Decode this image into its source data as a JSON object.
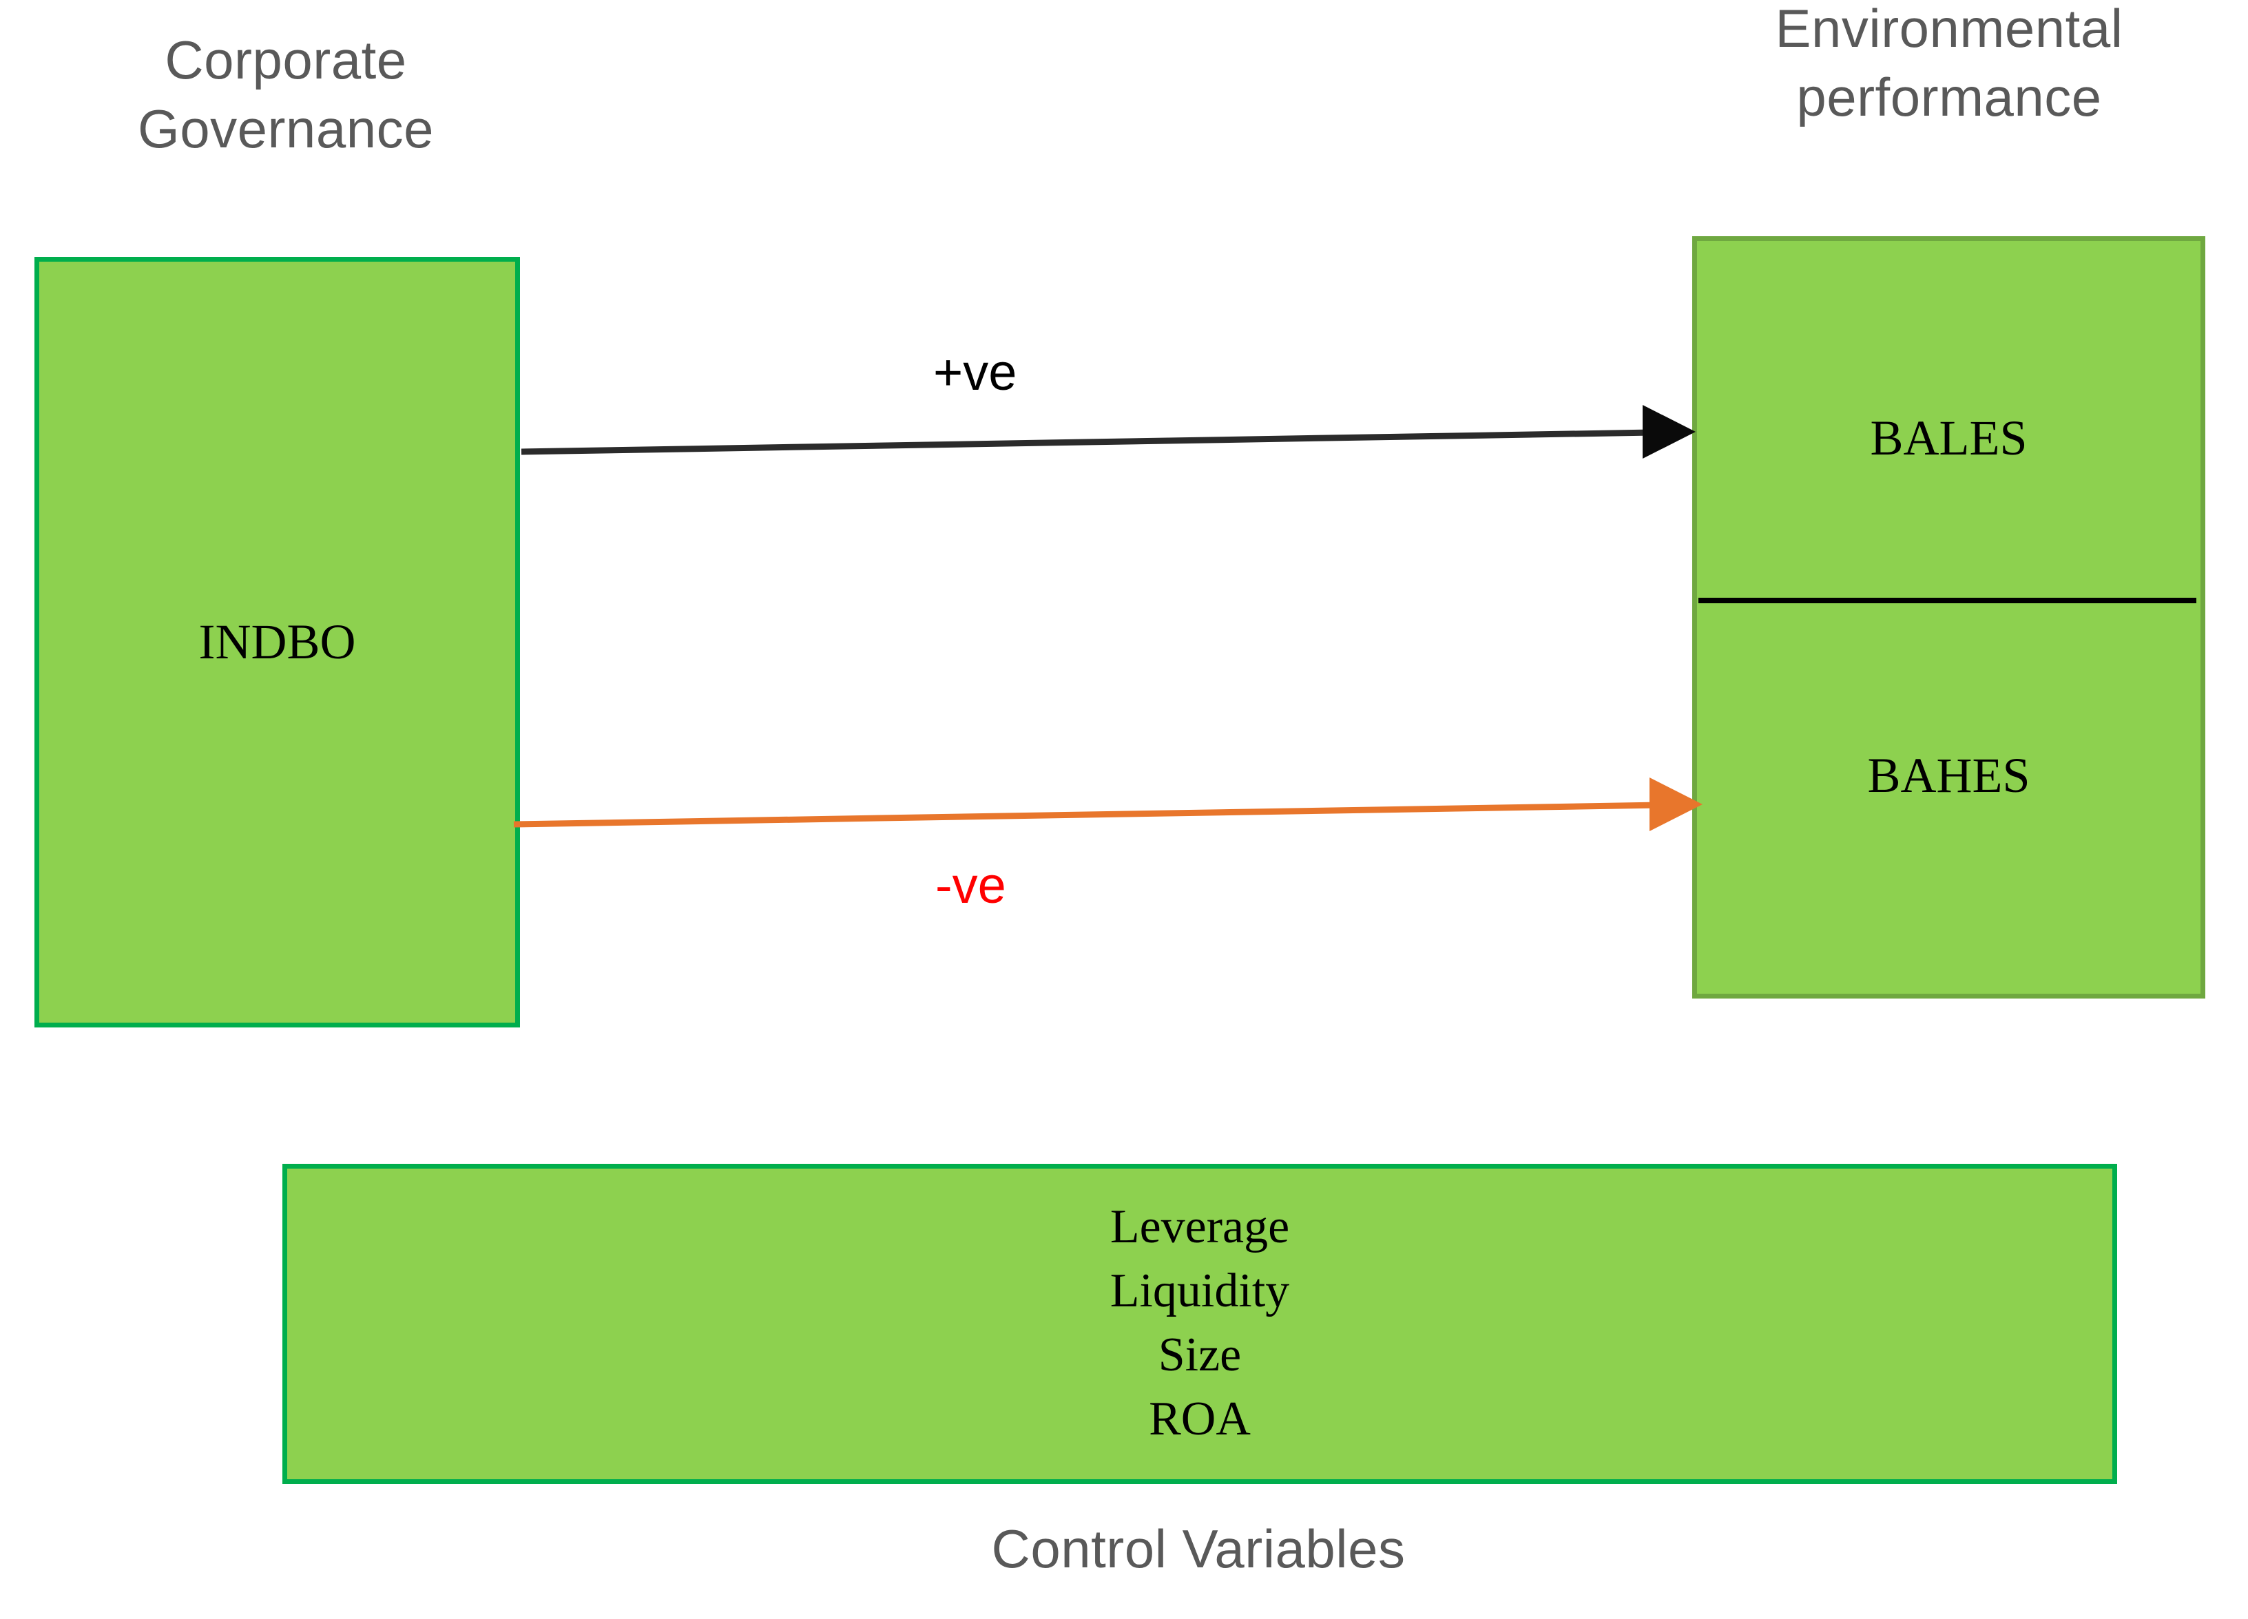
{
  "diagram": {
    "headings": {
      "left": "Corporate\nGovernance",
      "right": "Environmental\nperformance",
      "bottom": "Control Variables"
    },
    "predictor_box": {
      "label": "INDBO"
    },
    "outcome_box": {
      "upper_label": "BALES",
      "lower_label": "BAHES"
    },
    "control_box": {
      "items": [
        "Leverage",
        "Liquidity",
        "Size",
        "ROA"
      ]
    },
    "relationships": [
      {
        "from": "INDBO",
        "to": "BALES",
        "sign_label": "+ve",
        "line_color": "#2B2B2B",
        "label_color": "#000000"
      },
      {
        "from": "INDBO",
        "to": "BAHES",
        "sign_label": "-ve",
        "line_color": "#E8762C",
        "label_color": "#FF0000"
      }
    ],
    "colors": {
      "box_fill": "#8DD14F",
      "box_border_green": "#00AE4D",
      "box_border_olive": "#6FA840",
      "heading_text": "#595959",
      "body_text": "#000000",
      "negative_text": "#FF0000",
      "negative_arrow": "#E8762C",
      "positive_arrow": "#2B2B2B",
      "divider": "#000000",
      "background": "#FFFFFF"
    }
  }
}
